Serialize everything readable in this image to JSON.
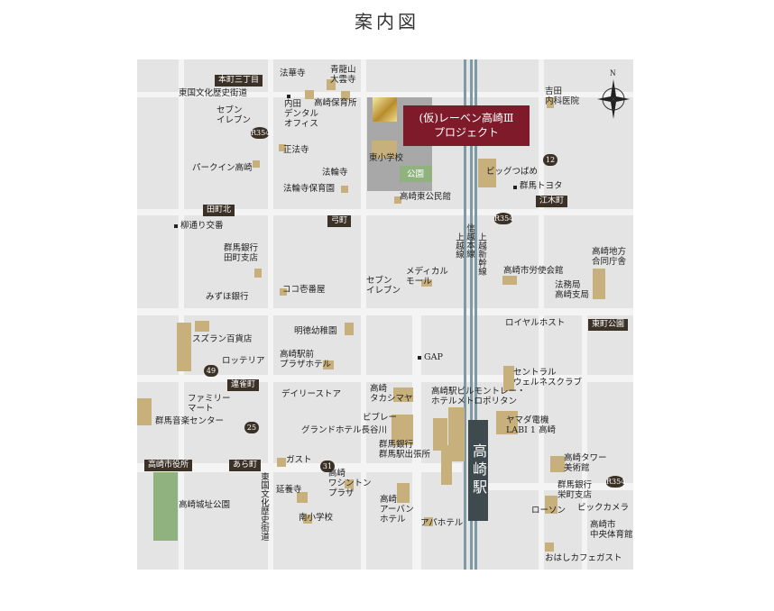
{
  "title": "案内図",
  "project": {
    "line1": "(仮)レーベン高崎Ⅲ",
    "line2": "プロジェクト"
  },
  "compass": {
    "north": "N"
  },
  "station": "高崎駅",
  "road_tags": {
    "honmachi": "本町三丁目",
    "tamachi_kita": "田町北",
    "yumicho": "弓町",
    "ekimachi": "江木町",
    "renjakucho": "連雀町",
    "shiyakusho": "高崎市役所",
    "aramachi": "あら町",
    "higashimachi": "東町公園"
  },
  "route_shields": {
    "r354_a": "R354",
    "r354_b": "R354",
    "r354_c": "R354",
    "n12": "12",
    "n49": "49",
    "n25": "25",
    "n31": "31"
  },
  "rail_lines": {
    "joetsu": "上越線",
    "shinetsu": "信越本線",
    "shinkansen": "上越新幹線"
  },
  "street_labels": {
    "rekishi_top": "東国文化歴史街道",
    "rekishi_left": "東国文化歴史街道"
  },
  "places": {
    "hokeji": "法華寺",
    "seiryuzan": "青龍山\n大雲寺",
    "uchida": "内田\nデンタル\nオフィス",
    "takasaki_hoikusho": "高崎保育所",
    "seven_1": "セブン\nイレブン",
    "shoren": "正法寺",
    "parkin": "パークイン高崎",
    "horinji": "法輪寺",
    "horinji_hoiku": "法輪寺保育園",
    "higashi_shogakko": "東小学校",
    "koen": "公園",
    "higashi_kominkan": "高崎東公民館",
    "yoshida": "吉田\n内科医院",
    "bigtsubame": "ビッグつばめ",
    "gunma_toyota": "群馬トヨタ",
    "yanagidori": "柳通り交番",
    "gunma_bank_tamachi": "群馬銀行\n田町支店",
    "mizuho": "みずほ銀行",
    "cocoichi": "ココ壱番屋",
    "seven_2": "セブン\nイレブン",
    "medical_mall": "メディカル\nモール",
    "rodoshikaikan": "高崎市労使会館",
    "chihou_gododcho": "高崎地方\n合同庁舎",
    "homukyoku": "法務局\n高崎支局",
    "meitoku": "明徳幼稚園",
    "royal_host": "ロイヤルホスト",
    "higashimachi_park": "東町公園",
    "suzuran": "スズラン百貨店",
    "ekimae_plaza": "高崎駅前\nプラザホテル",
    "lotteria": "ロッテリア",
    "gap": "GAP",
    "central_wellness": "セントラル\nウェルネスクラブ",
    "family_mart": "ファミリー\nマート",
    "dailystore": "デイリーストア",
    "takashimaya": "高崎\nタカシマヤ",
    "building_hotel": "高崎駅ビルモントレー・\nホテルメトロポリタン",
    "gunma_ongaku": "群馬音楽センター",
    "viblay": "ビブレー",
    "grand_hotel": "グランドホテル長谷川",
    "yamada": "ヤマダ電機\nLABI 1 高崎",
    "gunma_bank_ekimae": "群馬銀行\n群馬駅出張所",
    "gusto": "ガスト",
    "tower_museum": "高崎タワー\n美術館",
    "washington": "高崎\nワシントン\nプラザ",
    "enyoji": "延養寺",
    "gunma_bank_sakae": "群馬銀行\n栄町支店",
    "lawson": "ローソン",
    "bic_camera": "ビックカメラ",
    "urban_hotel": "高崎\nアーバン\nホテル",
    "apa": "アパホテル",
    "castle_park": "高崎城址公園",
    "minami_shogakko": "南小学校",
    "chuo_taiikukan": "高崎市\n中央体育館",
    "ohashi": "おはしカフェガスト"
  }
}
